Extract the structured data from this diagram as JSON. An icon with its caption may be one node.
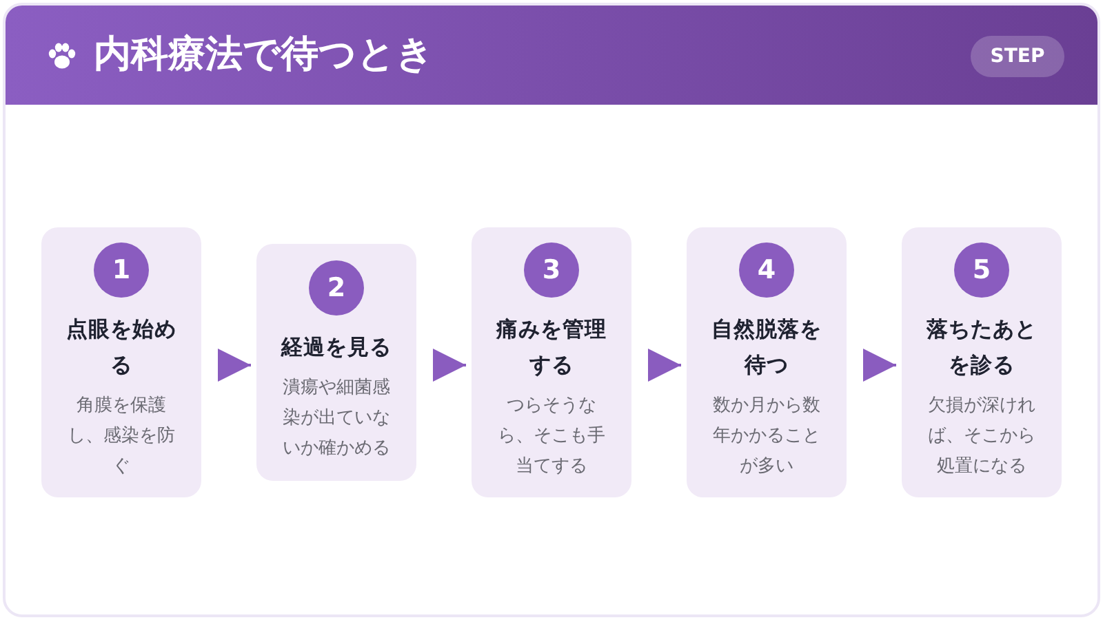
{
  "diagram": {
    "title": "内科療法で待つとき",
    "nodes": [
      {
        "text": [
          "1",
          "点眼を始める",
          "角膜を保護し、感染を防ぐ"
        ]
      },
      {
        "text": [
          "2",
          "経過を見る",
          "潰瘍や細菌感染が出ていないか確かめる"
        ]
      },
      {
        "text": [
          "3",
          "痛みを管理する",
          "つらそうなら、そこも手当てする"
        ]
      },
      {
        "text": [
          "4",
          "自然脱落を待つ",
          "数か月から数年かかることが多い"
        ]
      },
      {
        "text": [
          "5",
          "落ちたあとを診る",
          "欠損が深ければ、そこから処置になる"
        ]
      }
    ],
    "edges": [
      {
        "from": 0,
        "to": 1,
        "arrow": "to"
      },
      {
        "from": 1,
        "to": 2,
        "arrow": "to"
      },
      {
        "from": 2,
        "to": 3,
        "arrow": "to"
      },
      {
        "from": 3,
        "to": 4,
        "arrow": "to"
      }
    ],
    "labels": [
      "STEP"
    ]
  }
}
